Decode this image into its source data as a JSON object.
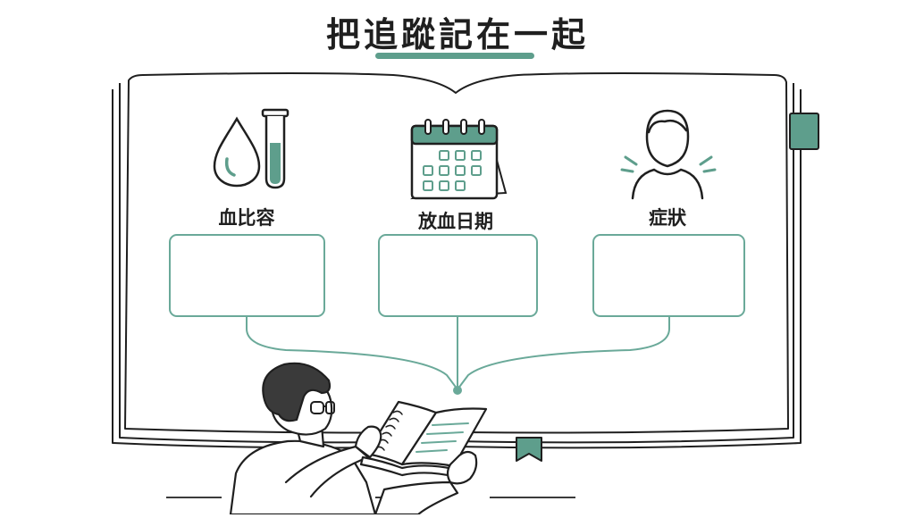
{
  "title": "把追蹤記在一起",
  "colors": {
    "accent": "#5e9e8c",
    "accent_light": "#6aa999",
    "ink": "#1f1f1f",
    "hair": "#3a3a3a"
  },
  "items": [
    {
      "label": "血比容",
      "icon": "blood-drop-and-test-tube-icon"
    },
    {
      "label": "放血日期",
      "icon": "calendar-icon"
    },
    {
      "label": "症狀",
      "icon": "person-symptoms-icon"
    }
  ]
}
